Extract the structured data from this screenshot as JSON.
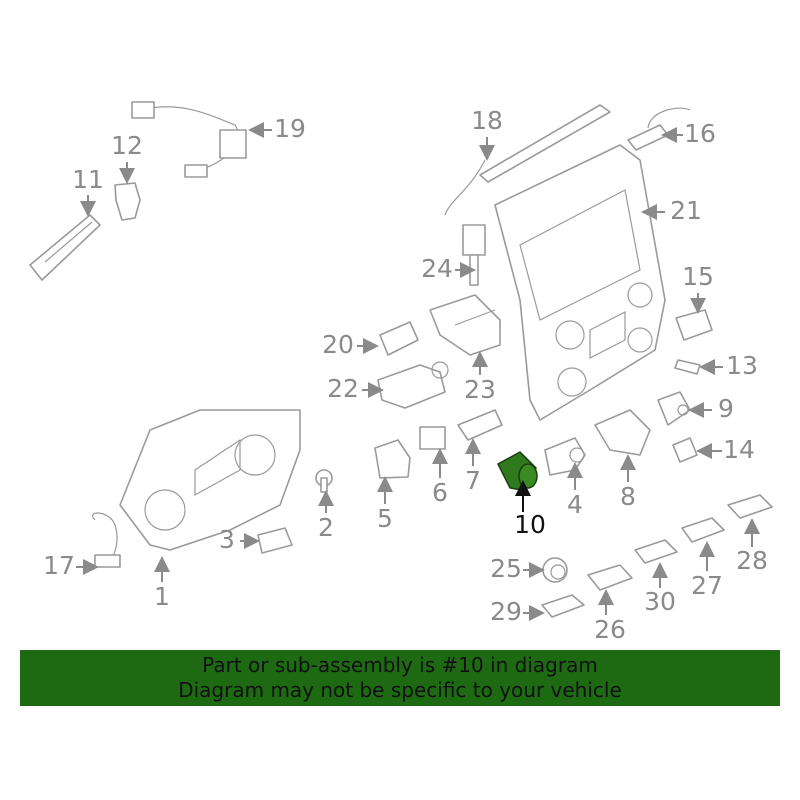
{
  "diagram": {
    "highlighted_part": "10",
    "colors": {
      "highlight": "#2f7a1c",
      "banner": "#1d6a12",
      "lines": "#9a9a9a"
    },
    "callouts": [
      "1",
      "2",
      "3",
      "4",
      "5",
      "6",
      "7",
      "8",
      "9",
      "10",
      "11",
      "12",
      "13",
      "14",
      "15",
      "16",
      "17",
      "18",
      "19",
      "20",
      "21",
      "22",
      "23",
      "24",
      "25",
      "26",
      "27",
      "28",
      "29",
      "30"
    ]
  },
  "banner": {
    "line1": "Part or sub-assembly is #10 in diagram",
    "line2": "Diagram may not be specific to your vehicle"
  }
}
